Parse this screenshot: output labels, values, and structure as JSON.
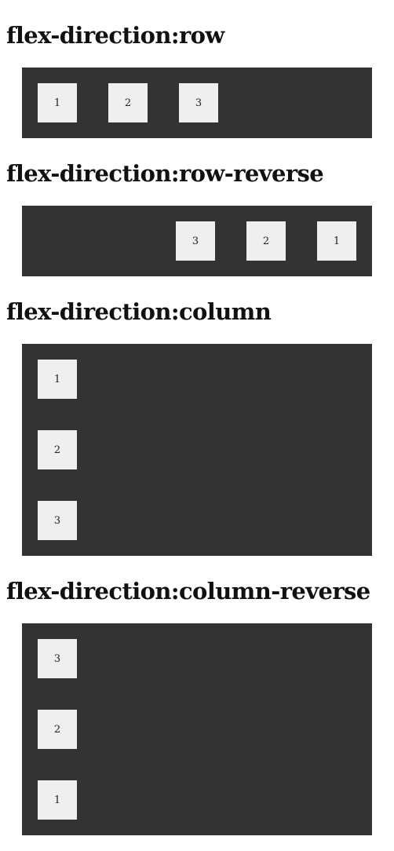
{
  "sections": [
    {
      "heading": "flex-direction:row",
      "items": [
        "1",
        "2",
        "3"
      ]
    },
    {
      "heading": "flex-direction:row-reverse",
      "items": [
        "3",
        "2",
        "1"
      ]
    },
    {
      "heading": "flex-direction:column",
      "items": [
        "1",
        "2",
        "3"
      ]
    },
    {
      "heading": "flex-direction:column-reverse",
      "items": [
        "3",
        "2",
        "1"
      ]
    }
  ],
  "colors": {
    "container_background": "#333333",
    "item_background": "#efefef",
    "heading_text": "#111111"
  }
}
